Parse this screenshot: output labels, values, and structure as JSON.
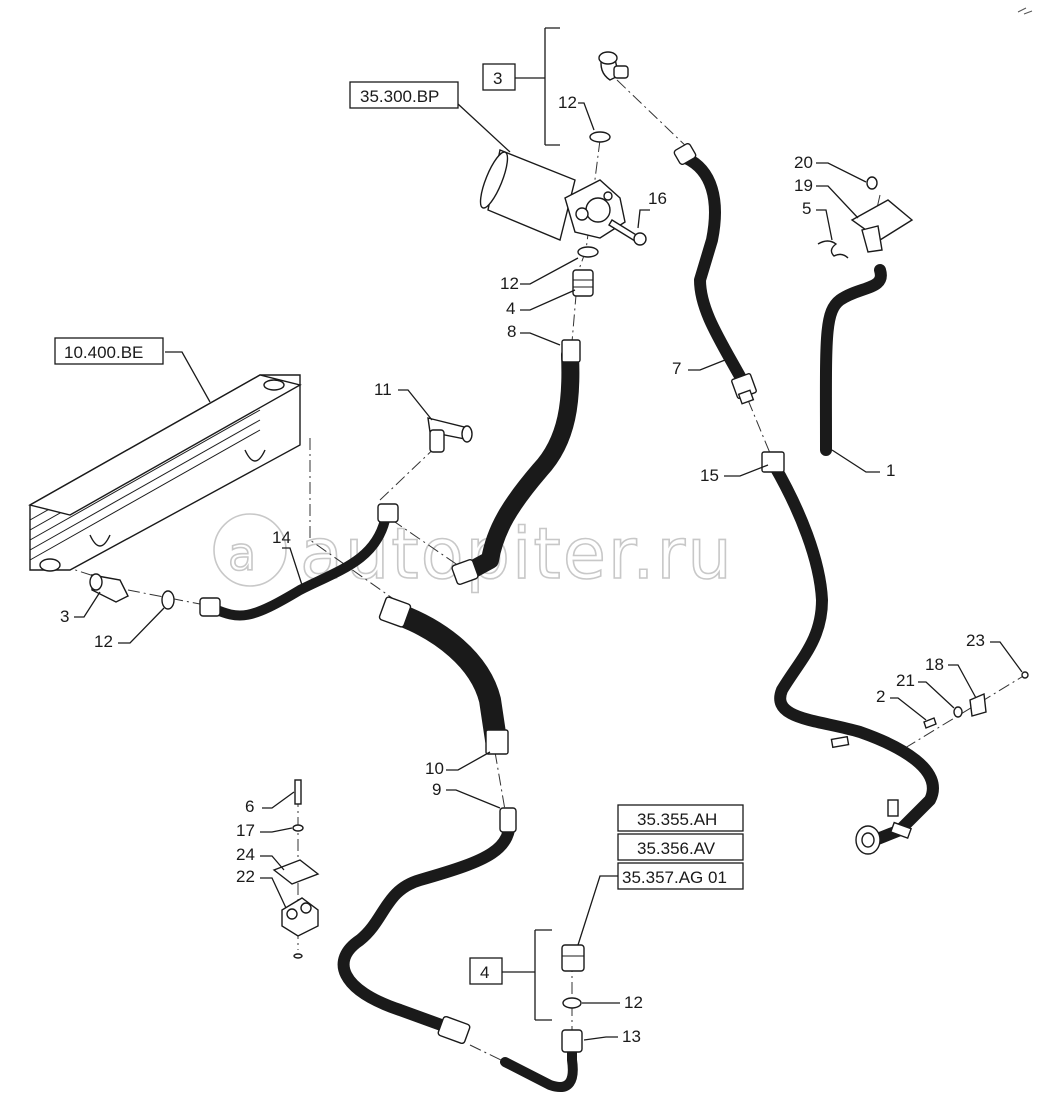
{
  "watermark": "autopiter.ru",
  "group_labels": {
    "group_3": "3",
    "group_4": "4"
  },
  "ref_boxes": {
    "filter": "35.300.BP",
    "cooler": "10.400.BE",
    "valve_ah": "35.355.AH",
    "valve_av": "35.356.AV",
    "valve_ag": "35.357.AG 01"
  },
  "callouts": {
    "c12_top": "12",
    "c16": "16",
    "c12_mid": "12",
    "c4": "4",
    "c8": "8",
    "c20": "20",
    "c19": "19",
    "c5": "5",
    "c7": "7",
    "c15": "15",
    "c1": "1",
    "c11": "11",
    "c14": "14",
    "c3": "3",
    "c12_left": "12",
    "c23": "23",
    "c18": "18",
    "c21": "21",
    "c2": "2",
    "c10": "10",
    "c9": "9",
    "c6": "6",
    "c17": "17",
    "c24": "24",
    "c22": "22",
    "c12_bottom": "12",
    "c13": "13"
  }
}
